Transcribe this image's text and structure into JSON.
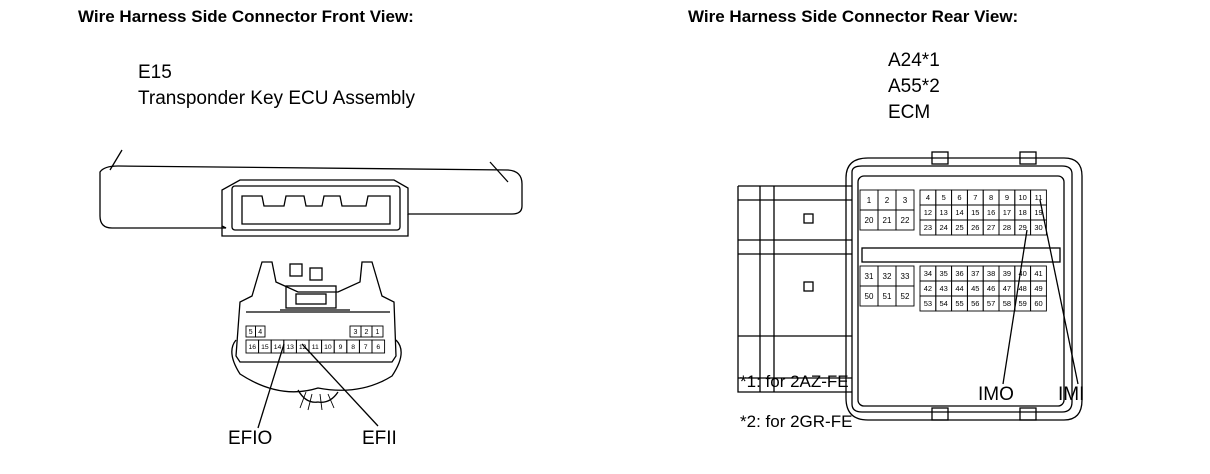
{
  "front": {
    "title": "Wire Harness Side Connector Front View:",
    "connector_code": "E15",
    "connector_name": "Transponder Key ECU Assembly",
    "pins_top_left": [
      "5",
      "4"
    ],
    "pins_top_right": [
      "3",
      "2",
      "1"
    ],
    "pins_bottom": [
      "16",
      "15",
      "14",
      "13",
      "12",
      "11",
      "10",
      "9",
      "8",
      "7",
      "6"
    ],
    "terminal_efio": "EFIO",
    "terminal_efii": "EFII"
  },
  "rear": {
    "title": "Wire Harness Side Connector Rear View:",
    "code_1": "A24*1",
    "code_2": "A55*2",
    "name": "ECM",
    "upper_left": [
      [
        "1",
        "2",
        "3"
      ],
      [
        "20",
        "21",
        "22"
      ]
    ],
    "upper_right": [
      [
        "4",
        "5",
        "6",
        "7",
        "8",
        "9",
        "10",
        "11"
      ],
      [
        "12",
        "13",
        "14",
        "15",
        "16",
        "17",
        "18",
        "19"
      ],
      [
        "23",
        "24",
        "25",
        "26",
        "27",
        "28",
        "29",
        "30"
      ]
    ],
    "lower_left": [
      [
        "31",
        "32",
        "33"
      ],
      [
        "50",
        "51",
        "52"
      ]
    ],
    "lower_right": [
      [
        "34",
        "35",
        "36",
        "37",
        "38",
        "39",
        "40",
        "41"
      ],
      [
        "42",
        "43",
        "44",
        "45",
        "46",
        "47",
        "48",
        "49"
      ],
      [
        "53",
        "54",
        "55",
        "56",
        "57",
        "58",
        "59",
        "60"
      ]
    ],
    "terminal_imo": "IMO",
    "terminal_imi": "IMI",
    "note_1": "*1: for 2AZ-FE",
    "note_2": "*2: for 2GR-FE"
  }
}
